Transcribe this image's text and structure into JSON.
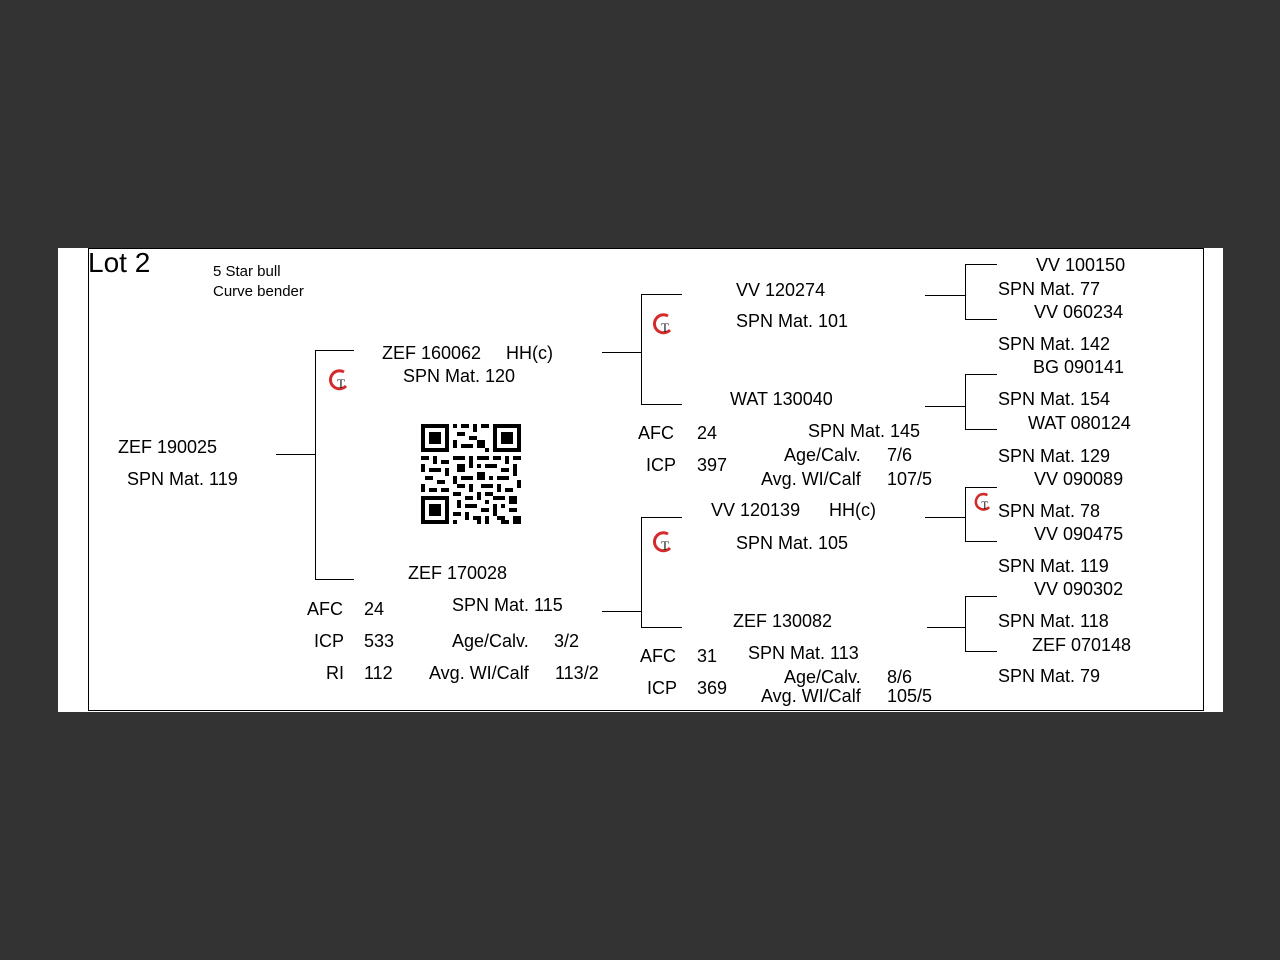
{
  "lot": {
    "title": "Lot 2",
    "note1": "5 Star bull",
    "note2": "Curve bender"
  },
  "animal": {
    "id": "ZEF 190025",
    "mat": "SPN Mat. 119"
  },
  "sire": {
    "id": "ZEF 160062",
    "tag": "HH(c)",
    "mat": "SPN Mat. 120",
    "sire": {
      "id": "VV  120274",
      "mat": "SPN Mat. 101",
      "sire": {
        "id": "VV  100150",
        "mat": "SPN Mat. 77"
      },
      "dam": {
        "id": "VV  060234",
        "mat": "SPN Mat. 142"
      }
    },
    "dam": {
      "id": "WAT 130040",
      "mat": "SPN Mat. 145",
      "afc_label": "AFC",
      "afc": "24",
      "icp_label": "ICP",
      "icp": "397",
      "age_label": "Age/Calv.",
      "age": "7/6",
      "wi_label": "Avg. WI/Calf",
      "wi": "107/5",
      "sire": {
        "id": "BG  090141",
        "mat": "SPN Mat. 154"
      },
      "dam": {
        "id": "WAT 080124",
        "mat": "SPN Mat. 129"
      }
    }
  },
  "dam": {
    "id": "ZEF 170028",
    "mat": "SPN Mat. 115",
    "afc_label": "AFC",
    "afc": "24",
    "icp_label": "ICP",
    "icp": "533",
    "ri_label": "RI",
    "ri": "112",
    "age_label": "Age/Calv.",
    "age": "3/2",
    "wi_label": "Avg. WI/Calf",
    "wi": "113/2",
    "sire": {
      "id": "VV  120139",
      "tag": "HH(c)",
      "mat": "SPN Mat. 105",
      "sire": {
        "id": "VV  090089",
        "mat": "SPN Mat. 78"
      },
      "dam": {
        "id": "VV  090475",
        "mat": "SPN Mat. 119"
      }
    },
    "dam": {
      "id": "ZEF 130082",
      "mat": "SPN Mat. 113",
      "afc_label": "AFC",
      "afc": "31",
      "icp_label": "ICP",
      "icp": "369",
      "age_label": "Age/Calv.",
      "age": "8/6",
      "wi_label": "Avg. WI/Calf",
      "wi": "105/5",
      "sire": {
        "id": "VV  090302",
        "mat": "SPN Mat. 118"
      },
      "dam": {
        "id": "ZEF 070148",
        "mat": "SPN Mat. 79"
      }
    }
  },
  "logo": {
    "icon": "gt-logo-icon",
    "text": "GT",
    "color": "#d42a2a"
  },
  "qr": {
    "icon": "qr-code-icon"
  }
}
